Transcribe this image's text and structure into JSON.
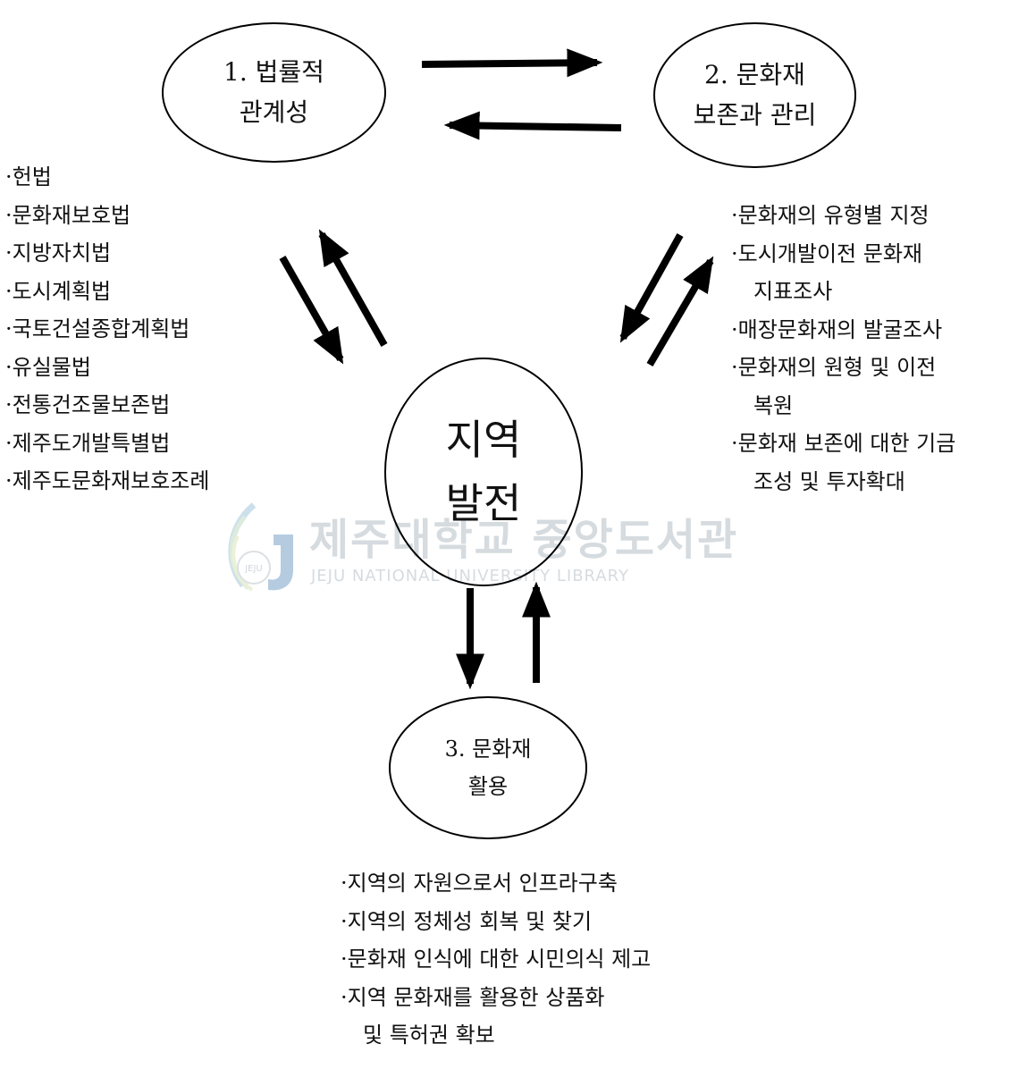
{
  "nodes": {
    "legal": {
      "line1": "1. 법률적",
      "line2": "관계성"
    },
    "preservation": {
      "line1": "2. 문화재",
      "line2": "보존과 관리"
    },
    "center": {
      "line1": "지역",
      "line2": "발전"
    },
    "utilization": {
      "line1": "3. 문화재",
      "line2": "활용"
    }
  },
  "lists": {
    "laws": [
      "·헌법",
      "·문화재보호법",
      "·지방자치법",
      "·도시계획법",
      "·국토건설종합계획법",
      "·유실물법",
      "·전통건조물보존법",
      "·제주도개발특별법",
      "·제주도문화재보호조례"
    ],
    "preservation": [
      {
        "text": "·문화재의 유형별 지정",
        "cont": false
      },
      {
        "text": "·도시개발이전 문화재",
        "cont": false
      },
      {
        "text": "지표조사",
        "cont": true
      },
      {
        "text": "·매장문화재의 발굴조사",
        "cont": false
      },
      {
        "text": "·문화재의 원형 및 이전",
        "cont": false
      },
      {
        "text": "복원",
        "cont": true
      },
      {
        "text": "·문화재 보존에 대한 기금",
        "cont": false
      },
      {
        "text": "조성 및 투자확대",
        "cont": true
      }
    ],
    "utilization": [
      {
        "text": "·지역의 자원으로서 인프라구축",
        "cont": false
      },
      {
        "text": "·지역의 정체성 회복 및 찾기",
        "cont": false
      },
      {
        "text": "·문화재 인식에 대한 시민의식 제고",
        "cont": false
      },
      {
        "text": "·지역 문화재를 활용한 상품화",
        "cont": false
      },
      {
        "text": "및 특허권 확보",
        "cont": true
      }
    ]
  },
  "watermark": {
    "title": "제주대학교 중앙도서관",
    "subtitle": "JEJU NATIONAL UNIVERSITY LIBRARY",
    "logo_text": "JEJU"
  }
}
